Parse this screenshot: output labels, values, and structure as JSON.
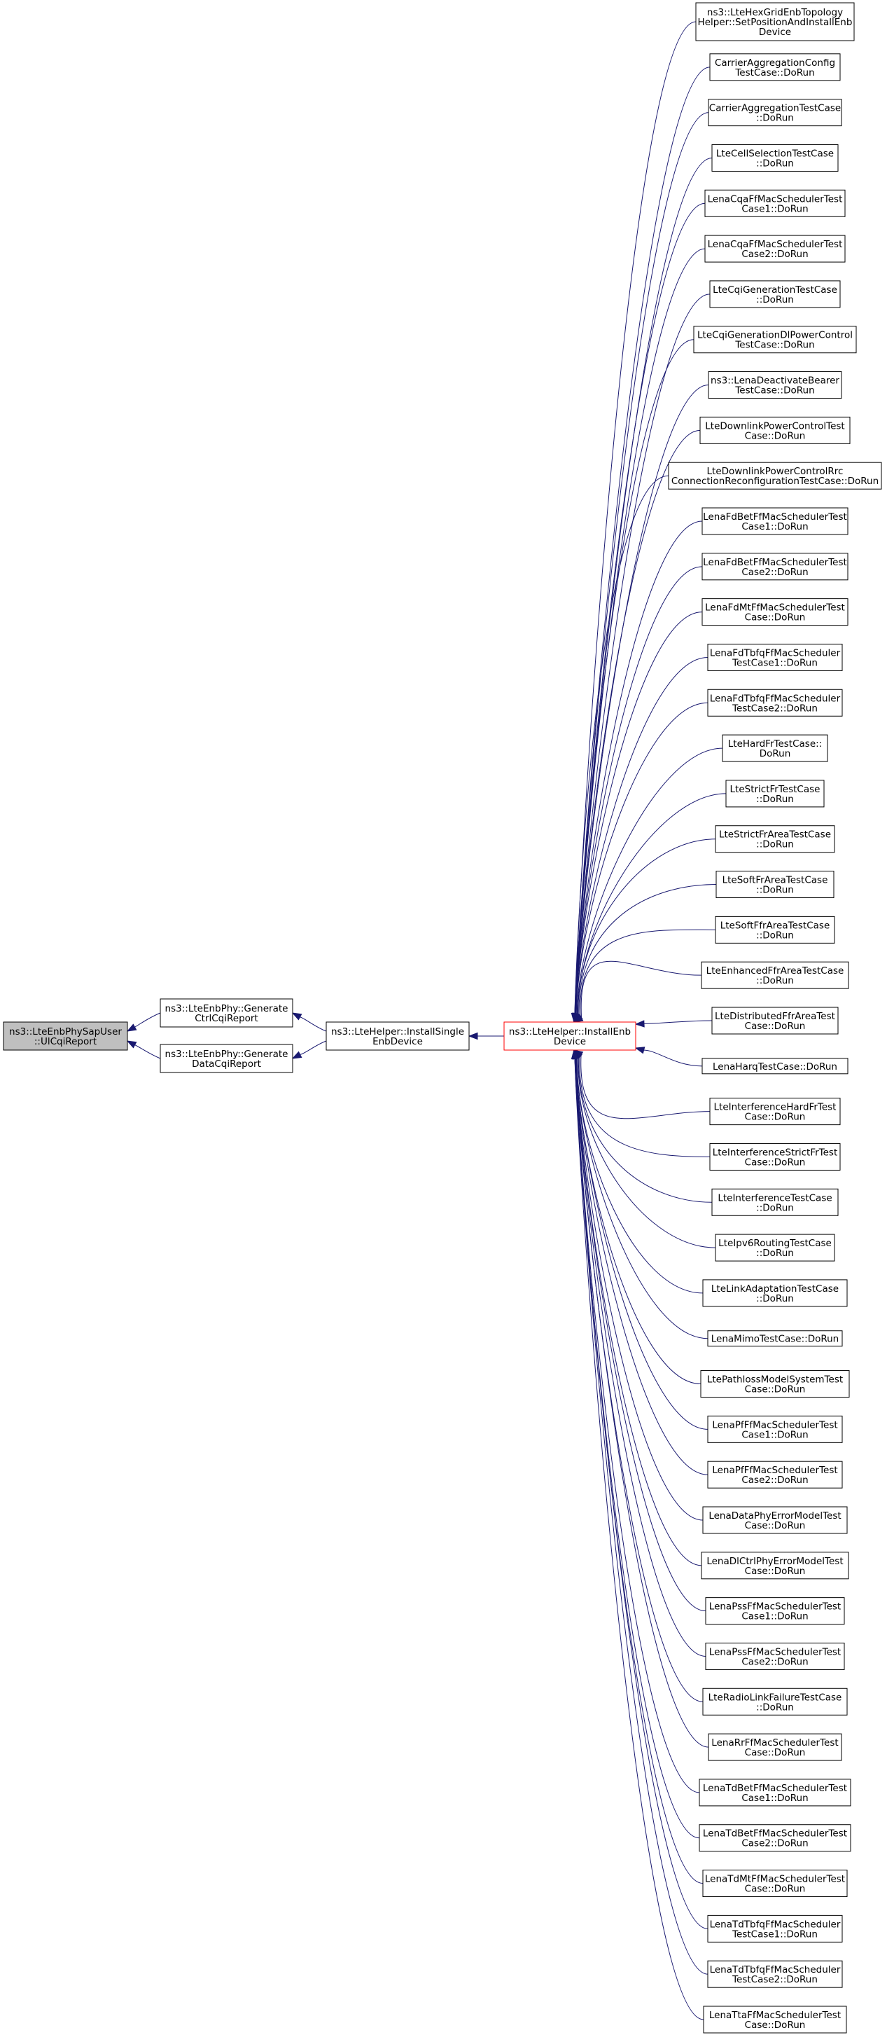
{
  "colors": {
    "edge": "#191970",
    "node_border": "#000000",
    "focus_border": "#ff0000",
    "root_fill": "#bfbfbf",
    "node_fill": "#ffffff",
    "text": "#000000"
  },
  "nodes": {
    "root": {
      "lines": [
        "ns3::LteEnbPhySapUser",
        "::UlCqiReport"
      ],
      "kind": "root"
    },
    "ctrl": {
      "lines": [
        "ns3::LteEnbPhy::Generate",
        "CtrlCqiReport"
      ]
    },
    "data": {
      "lines": [
        "ns3::LteEnbPhy::Generate",
        "DataCqiReport"
      ]
    },
    "single": {
      "lines": [
        "ns3::LteHelper::InstallSingle",
        "EnbDevice"
      ]
    },
    "install": {
      "lines": [
        "ns3::LteHelper::InstallEnb",
        "Device"
      ],
      "kind": "focus"
    },
    "callers": [
      {
        "lines": [
          "ns3::LteHexGridEnbTopology",
          "Helper::SetPositionAndInstallEnb",
          "Device"
        ]
      },
      {
        "lines": [
          "CarrierAggregationConfig",
          "TestCase::DoRun"
        ]
      },
      {
        "lines": [
          "CarrierAggregationTestCase",
          "::DoRun"
        ]
      },
      {
        "lines": [
          "LteCellSelectionTestCase",
          "::DoRun"
        ]
      },
      {
        "lines": [
          "LenaCqaFfMacSchedulerTest",
          "Case1::DoRun"
        ]
      },
      {
        "lines": [
          "LenaCqaFfMacSchedulerTest",
          "Case2::DoRun"
        ]
      },
      {
        "lines": [
          "LteCqiGenerationTestCase",
          "::DoRun"
        ]
      },
      {
        "lines": [
          "LteCqiGenerationDlPowerControl",
          "TestCase::DoRun"
        ]
      },
      {
        "lines": [
          "ns3::LenaDeactivateBearer",
          "TestCase::DoRun"
        ]
      },
      {
        "lines": [
          "LteDownlinkPowerControlTest",
          "Case::DoRun"
        ]
      },
      {
        "lines": [
          "LteDownlinkPowerControlRrc",
          "ConnectionReconfigurationTestCase::DoRun"
        ]
      },
      {
        "lines": [
          "LenaFdBetFfMacSchedulerTest",
          "Case1::DoRun"
        ]
      },
      {
        "lines": [
          "LenaFdBetFfMacSchedulerTest",
          "Case2::DoRun"
        ]
      },
      {
        "lines": [
          "LenaFdMtFfMacSchedulerTest",
          "Case::DoRun"
        ]
      },
      {
        "lines": [
          "LenaFdTbfqFfMacScheduler",
          "TestCase1::DoRun"
        ]
      },
      {
        "lines": [
          "LenaFdTbfqFfMacScheduler",
          "TestCase2::DoRun"
        ]
      },
      {
        "lines": [
          "LteHardFrTestCase::",
          "DoRun"
        ]
      },
      {
        "lines": [
          "LteStrictFrTestCase",
          "::DoRun"
        ]
      },
      {
        "lines": [
          "LteStrictFrAreaTestCase",
          "::DoRun"
        ]
      },
      {
        "lines": [
          "LteSoftFrAreaTestCase",
          "::DoRun"
        ]
      },
      {
        "lines": [
          "LteSoftFfrAreaTestCase",
          "::DoRun"
        ]
      },
      {
        "lines": [
          "LteEnhancedFfrAreaTestCase",
          "::DoRun"
        ]
      },
      {
        "lines": [
          "LteDistributedFfrAreaTest",
          "Case::DoRun"
        ]
      },
      {
        "lines": [
          "LenaHarqTestCase::DoRun"
        ]
      },
      {
        "lines": [
          "LteInterferenceHardFrTest",
          "Case::DoRun"
        ]
      },
      {
        "lines": [
          "LteInterferenceStrictFrTest",
          "Case::DoRun"
        ]
      },
      {
        "lines": [
          "LteInterferenceTestCase",
          "::DoRun"
        ]
      },
      {
        "lines": [
          "LteIpv6RoutingTestCase",
          "::DoRun"
        ]
      },
      {
        "lines": [
          "LteLinkAdaptationTestCase",
          "::DoRun"
        ]
      },
      {
        "lines": [
          "LenaMimoTestCase::DoRun"
        ]
      },
      {
        "lines": [
          "LtePathlossModelSystemTest",
          "Case::DoRun"
        ]
      },
      {
        "lines": [
          "LenaPfFfMacSchedulerTest",
          "Case1::DoRun"
        ]
      },
      {
        "lines": [
          "LenaPfFfMacSchedulerTest",
          "Case2::DoRun"
        ]
      },
      {
        "lines": [
          "LenaDataPhyErrorModelTest",
          "Case::DoRun"
        ]
      },
      {
        "lines": [
          "LenaDlCtrlPhyErrorModelTest",
          "Case::DoRun"
        ]
      },
      {
        "lines": [
          "LenaPssFfMacSchedulerTest",
          "Case1::DoRun"
        ]
      },
      {
        "lines": [
          "LenaPssFfMacSchedulerTest",
          "Case2::DoRun"
        ]
      },
      {
        "lines": [
          "LteRadioLinkFailureTestCase",
          "::DoRun"
        ]
      },
      {
        "lines": [
          "LenaRrFfMacSchedulerTest",
          "Case::DoRun"
        ]
      },
      {
        "lines": [
          "LenaTdBetFfMacSchedulerTest",
          "Case1::DoRun"
        ]
      },
      {
        "lines": [
          "LenaTdBetFfMacSchedulerTest",
          "Case2::DoRun"
        ]
      },
      {
        "lines": [
          "LenaTdMtFfMacSchedulerTest",
          "Case::DoRun"
        ]
      },
      {
        "lines": [
          "LenaTdTbfqFfMacScheduler",
          "TestCase1::DoRun"
        ]
      },
      {
        "lines": [
          "LenaTdTbfqFfMacScheduler",
          "TestCase2::DoRun"
        ]
      },
      {
        "lines": [
          "LenaTtaFfMacSchedulerTest",
          "Case::DoRun"
        ]
      }
    ]
  }
}
